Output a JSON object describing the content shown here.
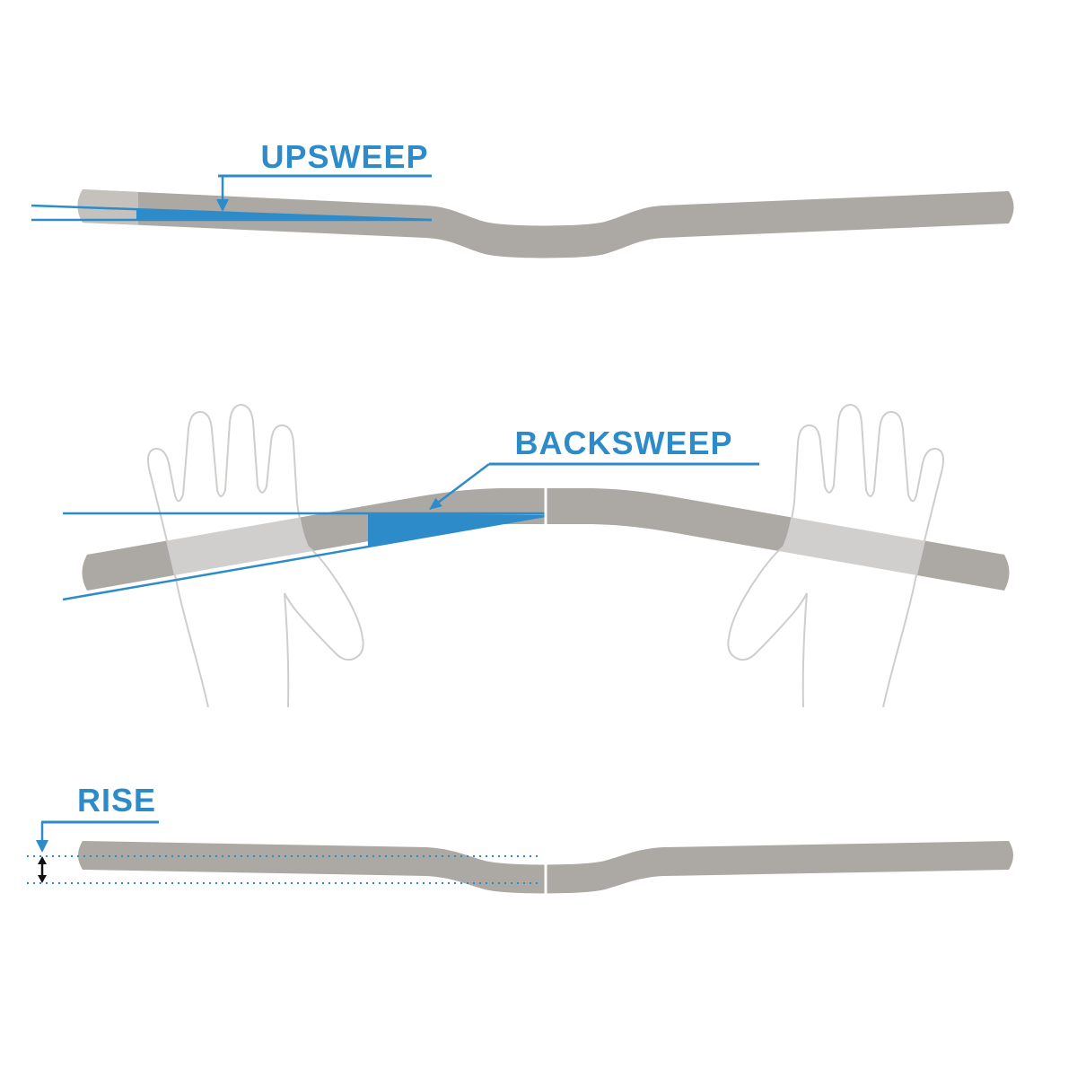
{
  "diagram": {
    "name": "handlebar-geometry",
    "labels": {
      "upsweep": "UPSWEEP",
      "backsweep": "BACKSWEEP",
      "rise": "RISE"
    }
  },
  "colors": {
    "accent": "#2E8BC9",
    "bar": "#ACA8A4",
    "bar_light": "#C5C1BD",
    "hand_outline": "#CFCECC",
    "ink": "#111111",
    "background": "#FFFFFF"
  }
}
